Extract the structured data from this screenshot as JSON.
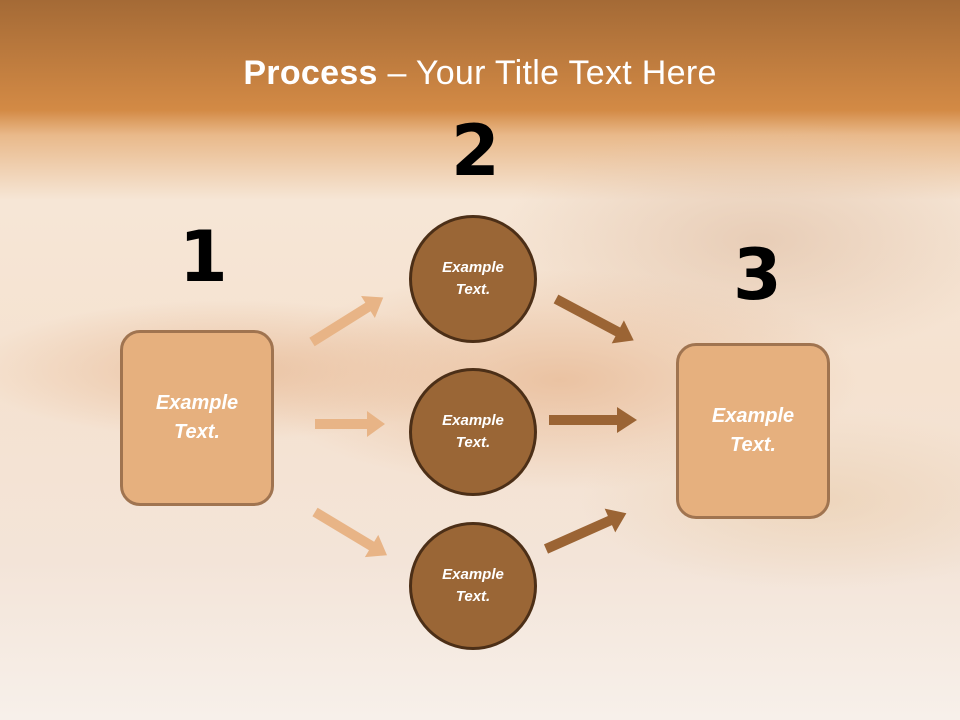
{
  "title": {
    "bold": "Process",
    "rest": " – Your Title Text Here"
  },
  "steps": [
    {
      "number": "1",
      "box_text": "Example\nText."
    },
    {
      "number": "2"
    },
    {
      "number": "3",
      "box_text": "Example\nText."
    }
  ],
  "circles": [
    {
      "text": "Example\nText."
    },
    {
      "text": "Example\nText."
    },
    {
      "text": "Example\nText."
    }
  ],
  "colors": {
    "header": "#d38a45",
    "box_fill": "#e6b07e",
    "circle_fill": "#9a6636",
    "light_arrow": "#e8b486",
    "dark_arrow": "#9b6434"
  }
}
